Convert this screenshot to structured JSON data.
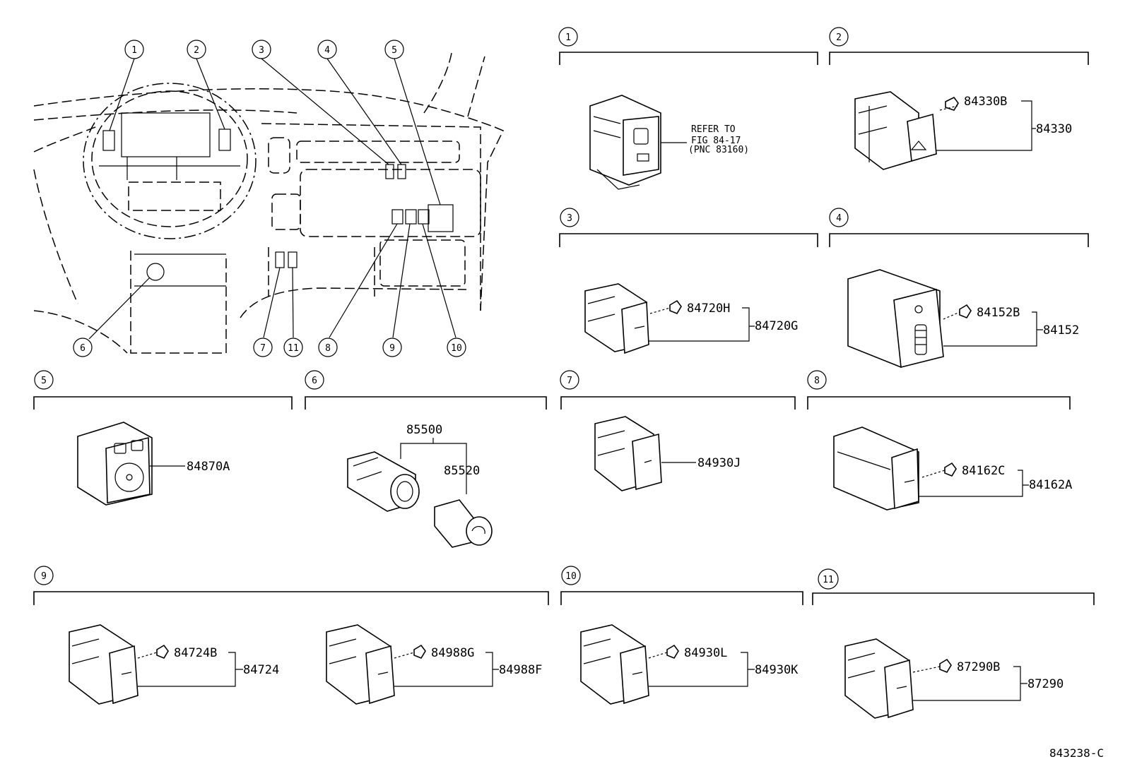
{
  "callouts": [
    "1",
    "2",
    "3",
    "4",
    "5",
    "6",
    "7",
    "8",
    "9",
    "10",
    "11"
  ],
  "sections": {
    "s1": {
      "label": "1",
      "note_lines": [
        "REFER TO",
        "FIG 84-17",
        "(PNC 83160)"
      ]
    },
    "s2": {
      "label": "2",
      "parts": [
        "84330B",
        "84330"
      ]
    },
    "s3": {
      "label": "3",
      "parts": [
        "84720H",
        "84720G"
      ]
    },
    "s4": {
      "label": "4",
      "parts": [
        "84152B",
        "84152"
      ]
    },
    "s5": {
      "label": "5",
      "parts": [
        "84870A"
      ]
    },
    "s6": {
      "label": "6",
      "parts": [
        "85500",
        "85520"
      ]
    },
    "s7": {
      "label": "7",
      "parts": [
        "84930J"
      ]
    },
    "s8": {
      "label": "8",
      "parts": [
        "84162C",
        "84162A"
      ]
    },
    "s9": {
      "label": "9",
      "parts": [
        "84724B",
        "84724",
        "84988G",
        "84988F"
      ]
    },
    "s10": {
      "label": "10",
      "parts": [
        "84930L",
        "84930K"
      ]
    },
    "s11": {
      "label": "11",
      "parts": [
        "87290B",
        "87290"
      ]
    }
  },
  "footer": {
    "code": "843238-C"
  }
}
